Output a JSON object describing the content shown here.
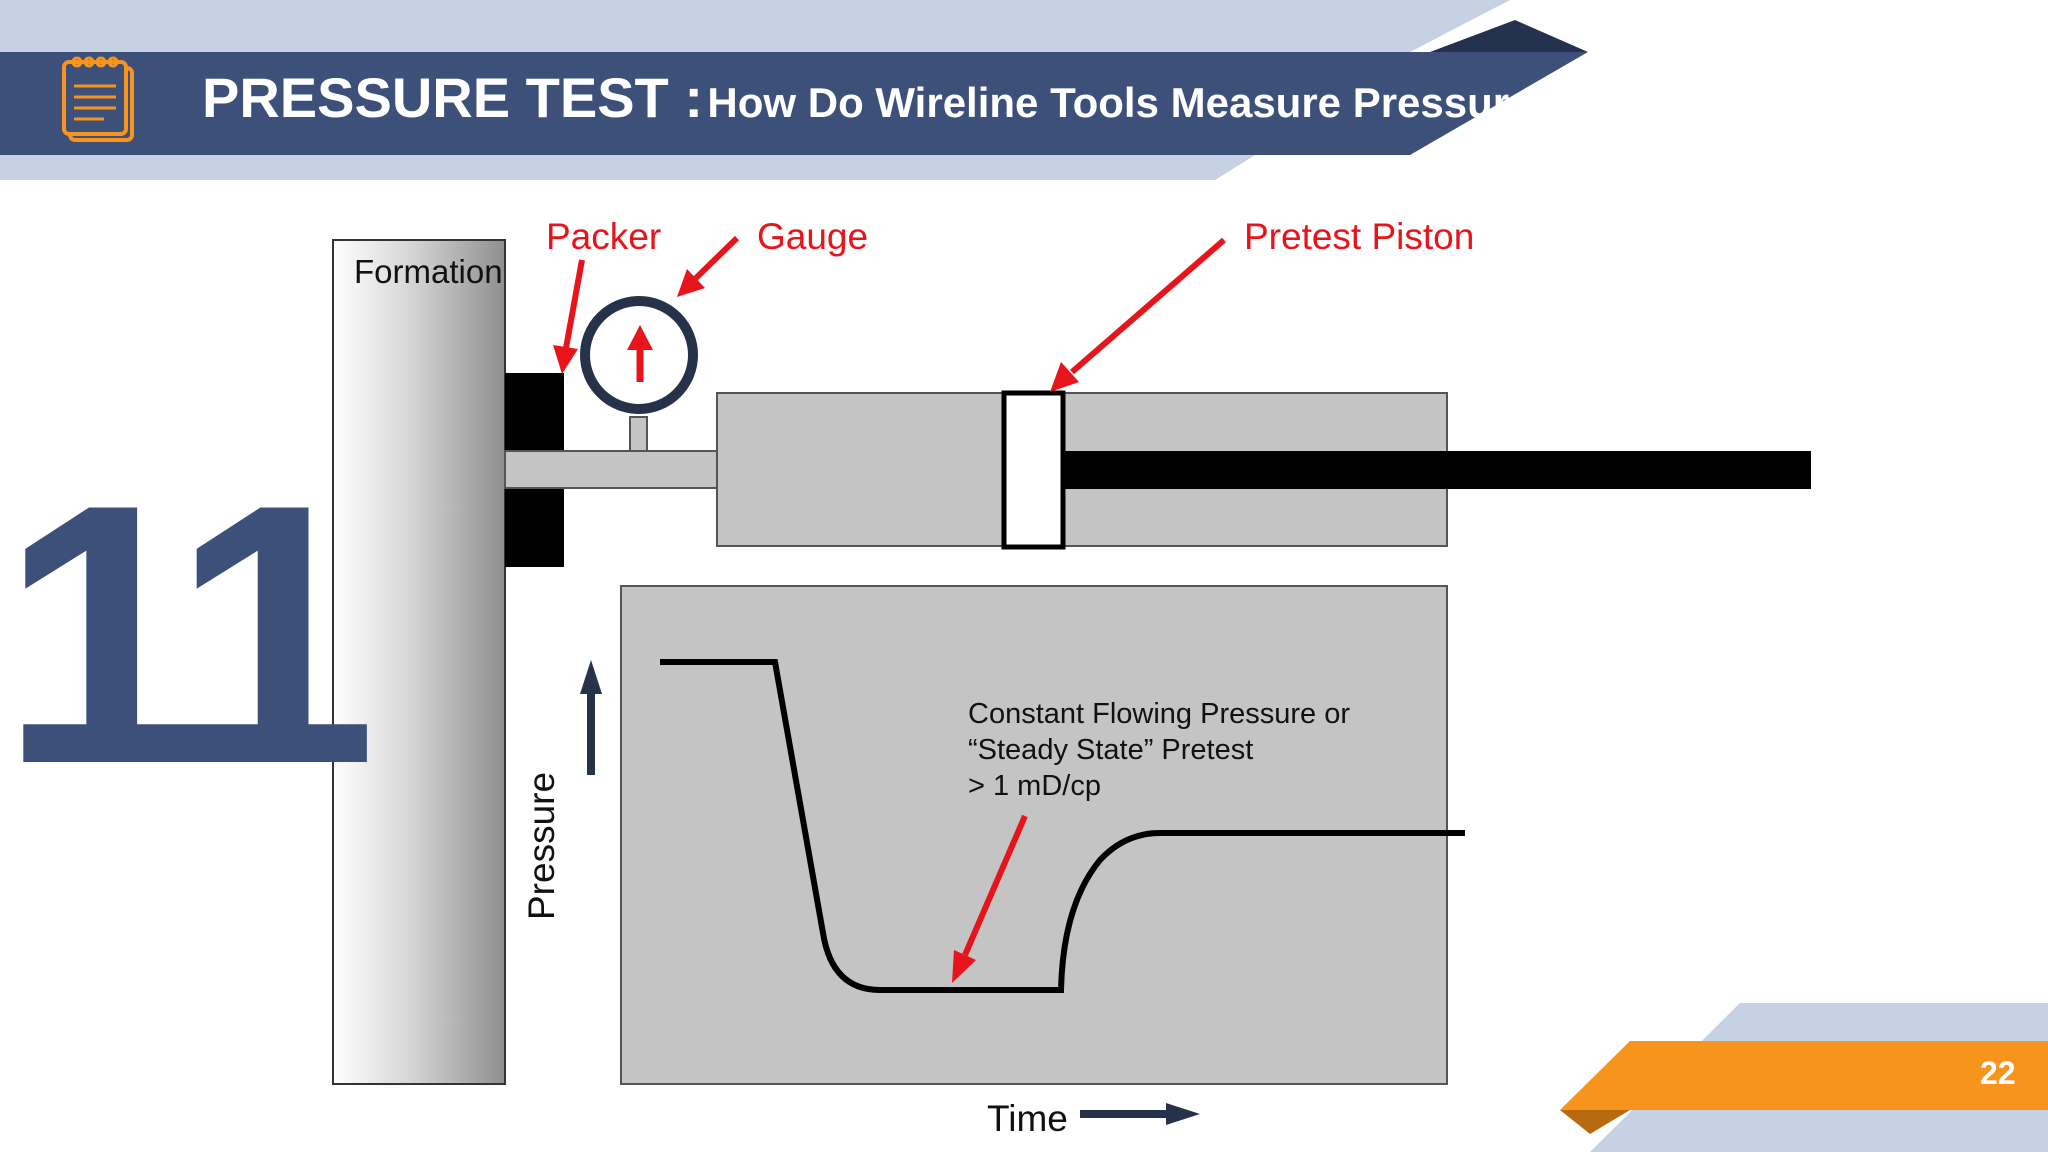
{
  "slide": {
    "title": "PRESSURE TEST :",
    "subtitle": "How Do Wireline Tools Measure Pressure",
    "section_number": "11",
    "page_number": "22",
    "icon": "notepad-icon",
    "colors": {
      "banner": "#3d5079",
      "banner_light": "#c6d1e3",
      "accent_orange": "#f7941d",
      "label_red": "#e8141b",
      "panel_gray": "#c4c4c4"
    }
  },
  "diagram": {
    "formation_label": "Formation",
    "packer_label": "Packer",
    "gauge_label": "Gauge",
    "piston_label": "Pretest Piston"
  },
  "graph": {
    "y_axis_label": "Pressure",
    "x_axis_label": "Time",
    "annotation_lines": [
      "Constant Flowing Pressure or",
      "“Steady State” Pretest",
      "> 1 mD/cp"
    ]
  }
}
